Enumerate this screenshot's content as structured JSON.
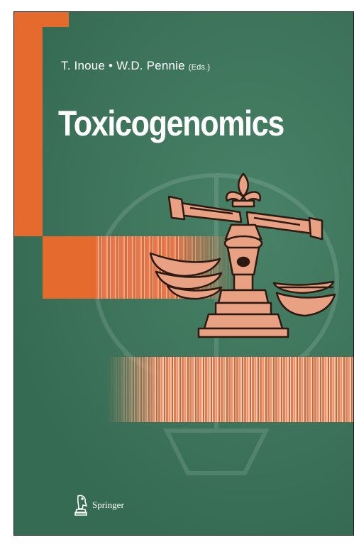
{
  "book": {
    "editors": "T. Inoue • W.D. Pennie",
    "editors_suffix": "(Eds.)",
    "title": "Toxicogenomics",
    "publisher": "Springer"
  },
  "colors": {
    "cover_green": "#3d7a5e",
    "accent_orange": "#e56a2e",
    "illustration_fill": "#e8a182",
    "illustration_outline": "#2c1a12"
  },
  "icons": {
    "publisher_logo": "springer-chess-knight-icon",
    "illustration": "balance-scale-icon"
  }
}
